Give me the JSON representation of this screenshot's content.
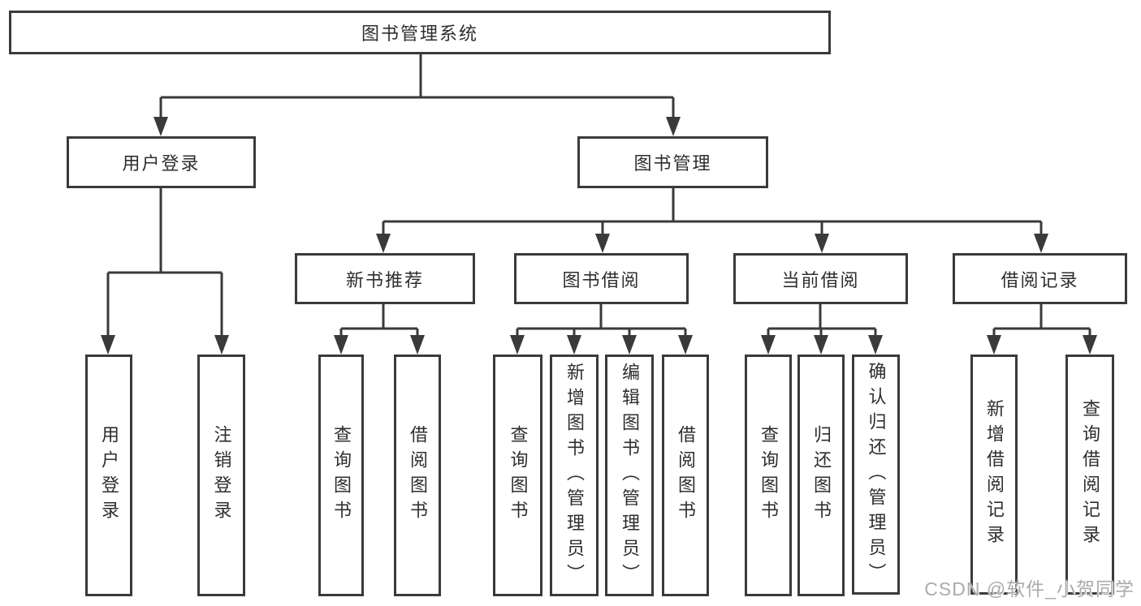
{
  "diagram": {
    "root": {
      "label": "图书管理系统"
    },
    "level2": [
      "用户登录",
      "图书管理"
    ],
    "level3": [
      "新书推荐",
      "图书借阅",
      "当前借阅",
      "借阅记录"
    ],
    "leaves": {
      "user": [
        "用户登录",
        "注销登录"
      ],
      "recommend": [
        "查询图书",
        "借阅图书"
      ],
      "borrow": [
        "查询图书",
        "新增图书（管理员）",
        "编辑图书（管理员）",
        "借阅图书"
      ],
      "current": [
        "查询图书",
        "归还图书",
        "确认归还（管理员）"
      ],
      "records": [
        "新增借阅记录",
        "查询借阅记录"
      ]
    }
  },
  "watermark": "CSDN @软件_小贺同学",
  "colors": {
    "line": "#3a3a3a",
    "text": "#2e2e2e",
    "watermark": "#ababab",
    "background": "#ffffff"
  }
}
